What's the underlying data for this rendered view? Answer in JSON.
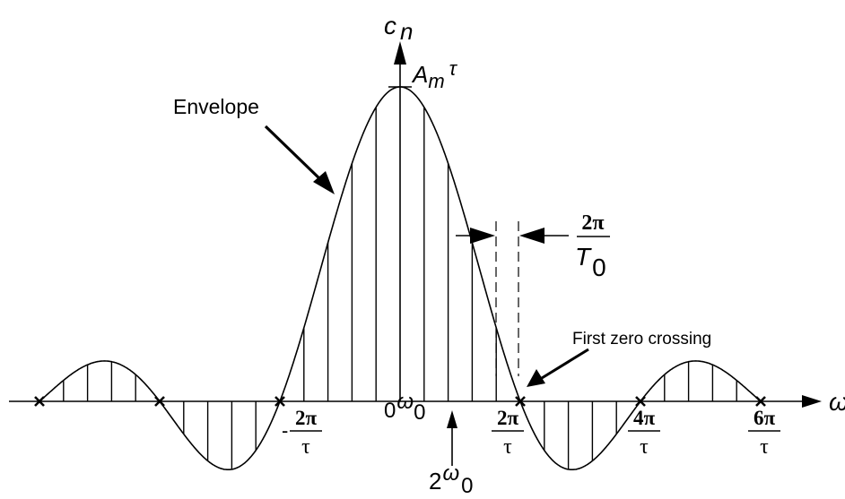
{
  "axis": {
    "y_label": {
      "main": "c",
      "sub": "n"
    },
    "x_label": "ω",
    "peak_label": {
      "main": "A",
      "sub": "m",
      "sup": "τ"
    }
  },
  "annotations": {
    "envelope": "Envelope",
    "first_zero": "First zero crossing",
    "spacing": {
      "num": "2π",
      "den_main": "T",
      "den_sub": "0"
    },
    "omega0": {
      "zero": "0",
      "main": "ω",
      "sub": "0"
    },
    "two_omega0": {
      "coef": "2",
      "main": "ω",
      "sub": "0"
    }
  },
  "tick_labels": [
    {
      "id": "neg-2pi-tau",
      "prefix": "-",
      "num": "2π",
      "den": "τ"
    },
    {
      "id": "pos-2pi-tau",
      "prefix": "",
      "num": "2π",
      "den": "τ"
    },
    {
      "id": "pos-4pi-tau",
      "prefix": "",
      "num": "4π",
      "den": "τ"
    },
    {
      "id": "pos-6pi-tau",
      "prefix": "",
      "num": "6π",
      "den": "τ"
    }
  ],
  "chart_data": {
    "type": "line",
    "function": "A_m·τ·sinc(ωτ/2)",
    "zero_crossings": [
      "-6π/τ",
      "-4π/τ",
      "-2π/τ",
      "2π/τ",
      "4π/τ",
      "6π/τ"
    ],
    "harmonics_per_lobe": 5,
    "line_spacing": "2π/T0"
  },
  "colors": {
    "line": "#000000",
    "background": "#ffffff"
  }
}
